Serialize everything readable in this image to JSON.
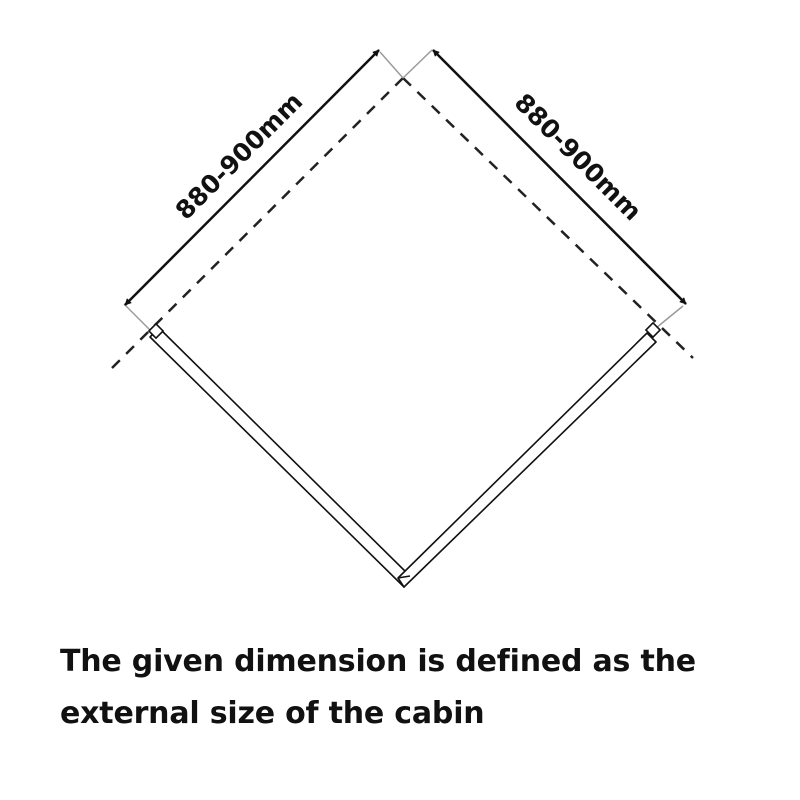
{
  "dimensions": {
    "left_side": "880-900mm",
    "right_side": "880-900mm"
  },
  "caption": {
    "line1": "The given dimension is defined as the",
    "line2": "external size of the cabin"
  },
  "colors": {
    "line": "#111111",
    "dash": "#222222",
    "extension": "#9a9a9a",
    "background": "#ffffff"
  }
}
